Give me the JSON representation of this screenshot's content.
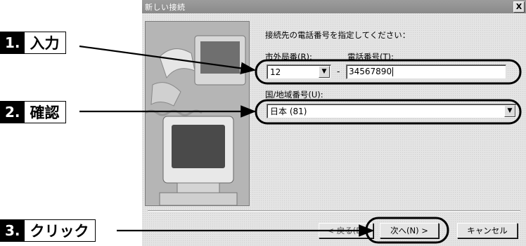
{
  "dialog": {
    "title": "新しい接続",
    "close_glyph": "X",
    "prompt": "接続先の電話番号を指定してください：",
    "area_code_label": "市外局番(R):",
    "area_code_value": "12",
    "dash": "-",
    "phone_label": "電話番号(T):",
    "phone_value": "34567890",
    "country_label": "国/地域番号(U):",
    "country_value": "日本 (81)",
    "back_button": "< 戻る(B)",
    "next_button": "次へ(N) >",
    "cancel_button": "キャンセル"
  },
  "callouts": [
    {
      "number": "1.",
      "text": "入力"
    },
    {
      "number": "2.",
      "text": "確認"
    },
    {
      "number": "3.",
      "text": "クリック"
    }
  ],
  "icons": {
    "dropdown": "chevron-down-icon",
    "close": "close-icon"
  }
}
